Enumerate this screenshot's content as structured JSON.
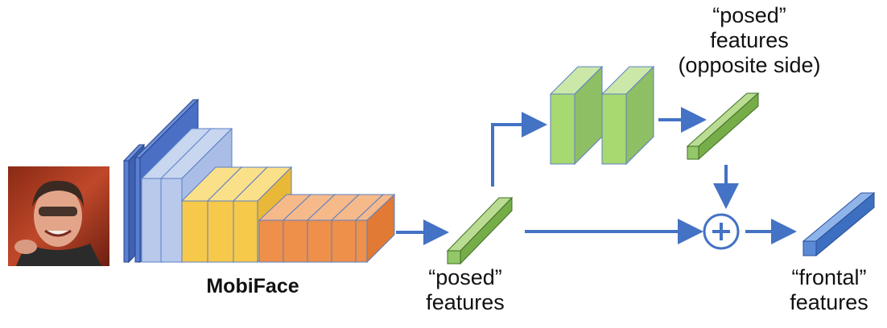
{
  "labels": {
    "network_name": "MobiFace",
    "posed_features": [
      "“posed”",
      "features"
    ],
    "posed_opposite": [
      "“posed”",
      "features",
      "(opposite side)"
    ],
    "frontal_features": [
      "“frontal”",
      "features"
    ],
    "sum_symbol": "+"
  },
  "colors": {
    "arrow": "#4472c4",
    "block_blue_dark": "#4a6fc4",
    "block_blue_light": "#a9bde6",
    "block_yellow": "#f6c94a",
    "block_orange": "#ee8f4a",
    "block_green": "#a8d870",
    "feature_green": "#86bd58",
    "feature_blue": "#4b82d0"
  },
  "icons": {
    "input_image": "face-photo",
    "operator": "sum-circle-icon"
  }
}
